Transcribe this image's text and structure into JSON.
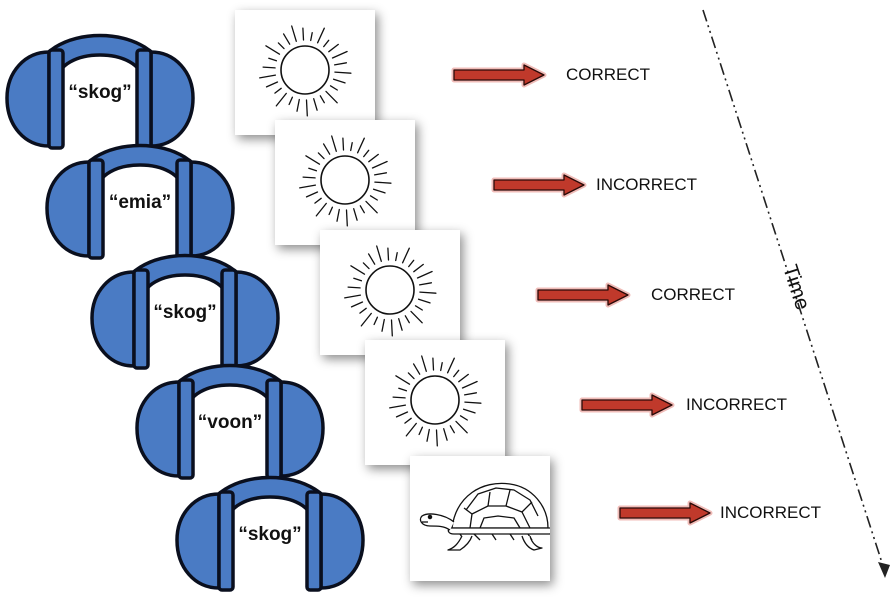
{
  "time_axis": {
    "label": "Time"
  },
  "trials": [
    {
      "word": "“skog”",
      "picture": "sun-icon",
      "result": "CORRECT"
    },
    {
      "word": "“emia”",
      "picture": "sun-icon",
      "result": "INCORRECT"
    },
    {
      "word": "“skog”",
      "picture": "sun-icon",
      "result": "CORRECT"
    },
    {
      "word": "“voon”",
      "picture": "sun-icon",
      "result": "INCORRECT"
    },
    {
      "word": "“skog”",
      "picture": "turtle-icon",
      "result": "INCORRECT"
    }
  ],
  "colors": {
    "headphones_fill": "#4a7bc4",
    "headphones_stroke": "#0a0f1e",
    "arrow_fill": "#c0392b",
    "arrow_glow": "#e9a09a"
  }
}
